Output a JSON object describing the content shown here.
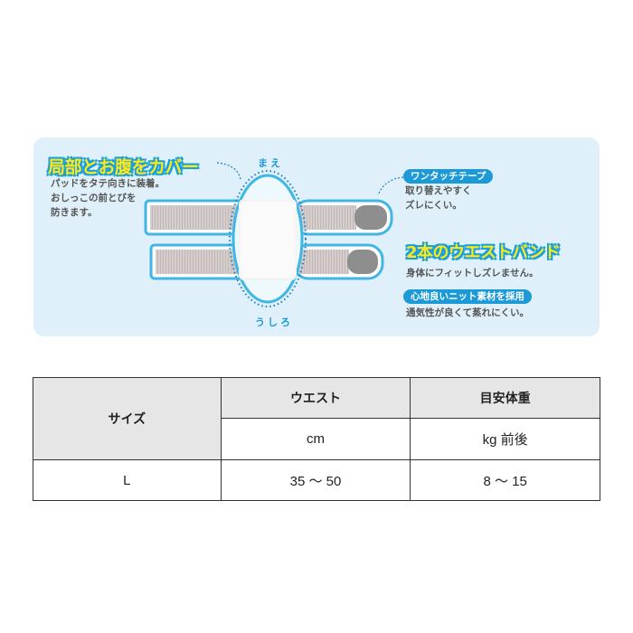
{
  "feature_panel": {
    "headline_cover": "局部とお腹をカバー",
    "cover_description": [
      "パッドをタテ向きに装着。",
      "おしっこの前とびを",
      "防きます。"
    ],
    "label_front": "まえ",
    "label_back": "うしろ",
    "one_touch_tape_badge": "ワンタッチテープ",
    "one_touch_tape_description": [
      "取り替えやすく",
      "ズレにくい。"
    ],
    "headline_waistband": "2本のウエストバンド",
    "waistband_description": "身体にフィットしズレません。",
    "knit_badge": "心地良いニット素材を採用",
    "knit_description": "通気性が良くて蒸れにくい。",
    "colors": {
      "panel_bg": "#dff0fa",
      "accent_blue": "#1c9ad8",
      "headline_yellow": "#ffe81a",
      "strap_gray": "#cfc6c6",
      "tab_gray": "#8e8e8e"
    }
  },
  "size_table": {
    "headers": {
      "size": "サイズ",
      "waist": "ウエスト",
      "weight": "目安体重"
    },
    "units": {
      "waist": "cm",
      "weight": "kg 前後"
    },
    "rows": [
      {
        "size": "L",
        "waist": "35 ～ 50",
        "weight": "8 ～ 15"
      }
    ]
  }
}
